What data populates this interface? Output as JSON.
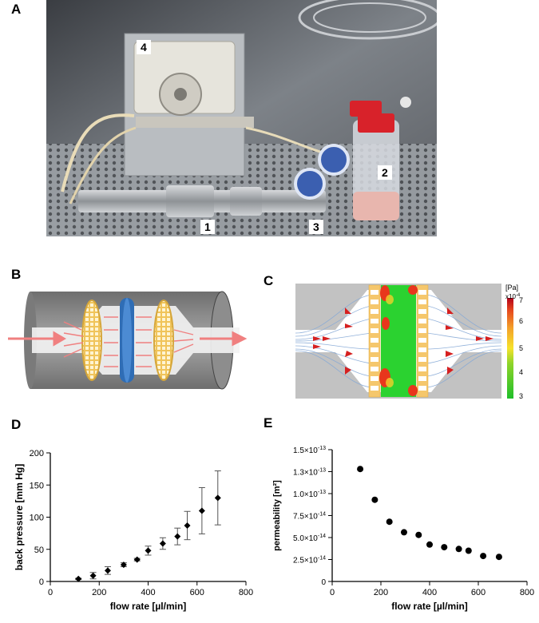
{
  "panels": {
    "a": "A",
    "b": "B",
    "c": "C",
    "d": "D",
    "e": "E"
  },
  "photo_labels": {
    "l1": "1",
    "l2": "2",
    "l3": "3",
    "l4": "4"
  },
  "colorbar": {
    "unit": "[Pa]",
    "scale": "x10",
    "exponent": "-4",
    "ticks": [
      "7",
      "6",
      "5",
      "4",
      "3"
    ]
  },
  "chart_data": [
    {
      "type": "scatter",
      "xlabel": "flow rate [µl/min]",
      "ylabel": "back pressure [mm Hg]",
      "xlim": [
        0,
        800
      ],
      "ylim": [
        0,
        200
      ],
      "xticks": [
        "0",
        "200",
        "400",
        "600",
        "800"
      ],
      "yticks": [
        "0",
        "50",
        "100",
        "150",
        "200"
      ],
      "x": [
        115,
        175,
        235,
        300,
        355,
        400,
        460,
        520,
        560,
        620,
        685
      ],
      "y": [
        4,
        9,
        17,
        26,
        34,
        48,
        59,
        70,
        87,
        110,
        130
      ],
      "error": [
        1,
        5,
        6,
        3,
        2,
        7,
        9,
        13,
        22,
        36,
        42
      ]
    },
    {
      "type": "scatter",
      "xlabel": "flow rate [µl/min]",
      "ylabel": "permeability [m²]",
      "xlim": [
        0,
        800
      ],
      "ylim": [
        0,
        1.5e-13
      ],
      "xticks": [
        "0",
        "200",
        "400",
        "600",
        "800"
      ],
      "yticks": [
        {
          "m": "0",
          "e": ""
        },
        {
          "m": "2.5×10",
          "e": "-14"
        },
        {
          "m": "5.0×10",
          "e": "-14"
        },
        {
          "m": "7.5×10",
          "e": "-14"
        },
        {
          "m": "1.0×10",
          "e": "-13"
        },
        {
          "m": "1.3×10",
          "e": "-13"
        },
        {
          "m": "1.5×10",
          "e": "-13"
        }
      ],
      "x": [
        115,
        175,
        235,
        295,
        355,
        400,
        460,
        520,
        560,
        620,
        685
      ],
      "y": [
        1.28e-13,
        9.3e-14,
        6.8e-14,
        5.6e-14,
        5.3e-14,
        4.2e-14,
        3.9e-14,
        3.7e-14,
        3.5e-14,
        2.9e-14,
        2.8e-14
      ]
    }
  ]
}
